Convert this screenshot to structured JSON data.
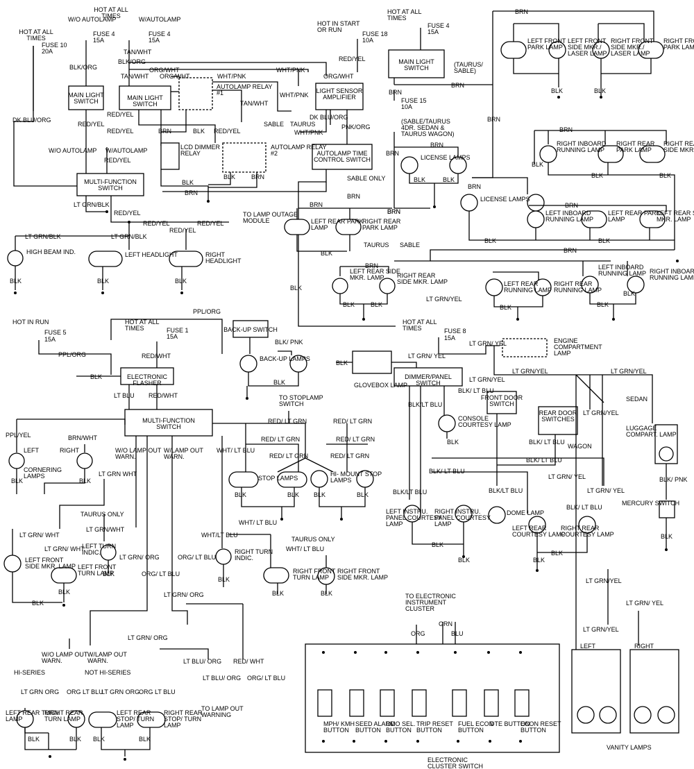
{
  "labels": {
    "hot_all_times_tl": "HOT AT ALL TIMES",
    "hot_all_times_t2": "HOT AT ALL TIMES",
    "wo_autolamp_t": "W/O AUTOLAMP",
    "w_autolamp_t": "W/AUTOLAMP",
    "fuse10": "FUSE 10",
    "fuse10_a": "20A",
    "fuse4a": "FUSE 4",
    "fuse4a_a": "15A",
    "fuse4b": "FUSE 4",
    "fuse4b_a": "15A",
    "tan_wht_1": "TAN/WHT",
    "blk_org_1": "BLK/ORG",
    "blk_org_2": "BLK/ORG",
    "tan_wht_2": "TAN/WHT",
    "org_wht_1": "ORG/WHT",
    "org_wht_2": "ORG/WHT",
    "wht_pnk_1": "WHT/PNK",
    "wht_pnk_2": "WHT/PNK",
    "main_light_switch_1": "MAIN LIGHT SWITCH",
    "main_light_switch_2": "MAIN LIGHT SWITCH",
    "autolamp_relay1": "AUTOLAMP RELAY #1",
    "tan_wht_3": "TAN/WHT",
    "dk_blu_org_1": "DK BLU/ORG",
    "red_yel_1": "RED/YEL",
    "red_yel_2": "RED/YEL",
    "red_yel_3": "RED/YEL",
    "brn_1": "BRN",
    "blk_1": "BLK",
    "red_yel_4": "RED/YEL",
    "wo_autolamp_2": "W/O AUTOLAMP",
    "w_autolamp_2": "W/AUTOLAMP",
    "red_yel_5": "RED/YEL",
    "lcd_dimmer_relay": "LCD DIMMER RELAY",
    "autolamp_relay2": "AUTOLAMP RELAY #2",
    "blk_2": "BLK",
    "brn_2": "BRN",
    "blk_3": "BLK",
    "brn_3": "BRN",
    "multi_function_1": "MULTI-FUNCTION SWITCH",
    "lt_grn_blk_1": "LT GRN/BLK",
    "red_yel_6": "RED/YEL",
    "red_yel_7": "RED/YEL",
    "red_yel_8": "RED/YEL",
    "red_yel_9": "RED/YEL",
    "to_lamp_outage": "TO LAMP OUTAGE MODULE",
    "lt_grn_blk_2": "LT GRN/BLK",
    "lt_grn_blk_3": "LT GRN/BLK",
    "high_beam_ind": "HIGH BEAM IND.",
    "left_headlight": "LEFT HEADLIGHT",
    "right_headlight": "RIGHT HEADLIGHT",
    "blk_4": "BLK",
    "blk_5": "BLK",
    "blk_6": "BLK",
    "hot_start_run": "HOT IN START OR RUN",
    "fuse18": "FUSE 18",
    "fuse18_a": "10A",
    "red_yel_10": "RED/YEL",
    "wht_pnk_3": "WHT/PNK",
    "org_wht_3": "ORG/WHT",
    "light_sensor_amp": "LIGHT SENSOR AMPLIFIER",
    "sable_1": "SABLE",
    "taurus_1": "TAURUS",
    "dk_blu_org_2": "DK BLU/ORG",
    "wht_pnk_4": "WHT/PNK",
    "pnk_org": "PNK/ORG",
    "autolamp_tcs": "AUTOLAMP TIME CONTROL SWITCH",
    "sable_only": "SABLE ONLY",
    "brn_4": "BRN",
    "brn_5": "BRN",
    "brn_6": "BRN",
    "left_rear_park_1": "LEFT REAR PARK LAMP",
    "right_rear_park_1": "RIGHT REAR PARK LAMP",
    "blk_7": "BLK",
    "taurus_2": "TAURUS",
    "sable_2": "SABLE",
    "blk_8": "BLK",
    "brn_7": "BRN",
    "left_rear_side_mkr_1": "LEFT REAR SIDE MKR. LAMP",
    "right_rear_side_mkr_1": "RIGHT REAR SIDE MKR. LAMP",
    "blk_9": "BLK",
    "blk_10": "BLK",
    "hot_all_times_t3": "HOT AT ALL TIMES",
    "fuse4c": "FUSE 4",
    "fuse4c_a": "15A",
    "main_light_switch_3": "MAIN LIGHT SWITCH",
    "taurus_sable": "(TAURUS/ SABLE)",
    "brn_8": "BRN",
    "brn_9": "BRN",
    "fuse15": "FUSE 15",
    "fuse15_a": "10A",
    "sable_taurus_note": "(SABLE/TAURUS 4DR. SEDAN & TAURUS WAGON)",
    "brn_10": "BRN",
    "brn_11": "BRN",
    "license_lamps_1": "LICENSE LAMPS",
    "blk_11": "BLK",
    "blk_12": "BLK",
    "brn_12": "BRN",
    "left_front_park": "LEFT FRONT PARK LAMP",
    "left_front_side_mkr": "LEFT FRONT SIDE MKR./ LASER LAMP",
    "right_front_side_mkr": "RIGHT FRONT SIDE MKR./ LASER LAMP",
    "right_front_park": "RIGHT FRONT PARK LAMP",
    "blk_13": "BLK",
    "blk_14": "BLK",
    "brn_13": "BRN",
    "brn_14": "BRN",
    "right_inboard_running": "RIGHT INBOARD RUNNING LAMP",
    "right_rear_park_2": "RIGHT REAR PARK LAMP",
    "right_rear_side_mkr_2": "RIGHT REAR SIDE MKR. LAMP",
    "blk_15": "BLK",
    "blk_16": "BLK",
    "blk_17": "BLK",
    "brn_15": "BRN",
    "license_lamps_2": "LICENSE LAMPS",
    "brn_16": "BRN",
    "left_inboard_running_1": "LEFT INBOARD RUNNING LAMP",
    "left_rear_park_2": "LEFT REAR PARK LAMP",
    "left_rear_side_mkr_2": "LEFT REAR SIDE MKR. LAMP",
    "blk_18": "BLK",
    "blk_19": "BLK",
    "brn_17": "BRN",
    "brn_18": "BRN",
    "left_inboard_running_2": "LEFT INBOARD RUNNING LAMP",
    "right_inboard_running_2": "RIGHT INBOARD RUNNING LAMP",
    "left_rear_running": "LEFT REAR RUNNING LAMP",
    "right_rear_running": "RIGHT REAR RUNNING LAMP",
    "blk_20": "BLK",
    "blk_21": "BLK",
    "blk_22": "BLK",
    "lt_grn_yel_1": "LT GRN/YEL",
    "hot_in_run": "HOT IN RUN",
    "fuse5": "FUSE 5",
    "fuse5_a": "15A",
    "ppl_org_1": "PPL/ORG",
    "ppl_org_2": "PPL/ORG",
    "hot_all_times_t4": "HOT AT ALL TIMES",
    "fuse1": "FUSE 1",
    "fuse1_a": "15A",
    "red_wht_1": "RED/WHT",
    "electronic_flasher": "ELECTRONIC FLASHER",
    "blk_23": "BLK",
    "lt_blu": "LT BLU",
    "red_wht_2": "RED/WHT",
    "back_up_switch": "BACK-UP SWITCH",
    "blk_pnk_1": "BLK/ PNK",
    "back_up_lamps": "BACK-UP LAMPS",
    "blk_24": "BLK",
    "to_stoplamp": "TO STOPLAMP SWITCH",
    "multi_function_2": "MULTI-FUNCTION SWITCH",
    "ppl_yel": "PPL/YEL",
    "brn_wht": "BRN/WHT",
    "left_cornering": "LEFT",
    "right_cornering": "RIGHT",
    "cornering_lamps": "CORNERING LAMPS",
    "blk_25": "BLK",
    "blk_26": "BLK",
    "wo_lamp_out_warn": "W/O LAMP OUT WARN.",
    "w_lamp_out_warn": "W/LAMP OUT WARN.",
    "wht_lt_blu_1": "WHT/ LT BLU",
    "red_lt_grn_1": "RED/ LT GRN",
    "red_lt_grn_2": "RED/ LT GRN",
    "red_lt_grn_3": "RED/ LT GRN",
    "red_lt_grn_4": "RED/ LT GRN",
    "red_lt_grn_5": "RED/ LT GRN",
    "red_lt_grn_6": "RED/ LT GRN",
    "stop_lamps": "STOP LAMPS",
    "hi_mount_stop": "HI- MOUNT STOP LAMPS",
    "blk_27": "BLK",
    "blk_28": "BLK",
    "blk_29": "BLK",
    "blk_30": "BLK",
    "lt_grn_wht_1": "LT GRN WHT",
    "taurus_only_1": "TAURUS ONLY",
    "lt_grn_wht_2": "LT GRN/ WHT",
    "lt_grn_wht_3": "LT GRN/WHT",
    "lt_grn_wht_4": "LT GRN/ WHT",
    "left_turn_indic": "LEFT TURN INDIC.",
    "lt_grn_org_1": "LT GRN/ ORG",
    "org_lt_blu_1": "ORG/ LT BLU",
    "org_lt_blu_2": "ORG/ LT BLU",
    "left_front_side_mkr_2": "LEFT FRONT SIDE MKR. LAMP",
    "left_front_turn": "LEFT FRONT TURN LAMP",
    "blk_31": "BLK",
    "blk_32": "BLK",
    "blk_33": "BLK",
    "wht_lt_blu_2": "WHT/LT BLU",
    "wht_lt_blu_3": "WHT/ LT BLU",
    "right_turn_indic": "RIGHT TURN INDIC.",
    "blk_34": "BLK",
    "taurus_only_2": "TAURUS ONLY",
    "wht_lt_blu_4": "WHT/ LT BLU",
    "right_front_turn": "RIGHT FRONT TURN LAMP",
    "right_front_side_mkr_2": "RIGHT FRONT SIDE MKR. LAMP",
    "blk_35": "BLK",
    "blk_36": "BLK",
    "lt_grn_org_2": "LT GRN/ ORG",
    "lt_grn_org_3": "LT GRN/ ORG",
    "wo_lamp_out_warn_2": "W/O LAMP OUT WARN.",
    "w_lamp_out_warn_2": "W/LAMP OUT WARN.",
    "lt_blu_org_1": "LT BLU/ ORG",
    "lt_blu_org_2": "LT BLU/ ORG",
    "red_wht_3": "RED/ WHT",
    "org_lt_blu_3": "ORG/ LT BLU",
    "hi_series": "HI-SERIES",
    "not_hi_series": "NOT HI-SERIES",
    "lt_grn_org_4": "LT GRN ORG",
    "org_lt_blu_4": "ORG LT BLU",
    "lt_grn_org_5": "LT GRN ORG",
    "org_lt_blu_5": "ORG LT BLU",
    "left_rear_turn": "LEFT REAR TURN LAMP",
    "right_rear_turn": "RIGHT REAR TURN LAMP",
    "left_rear_stop_turn": "LEFT REAR STOP/ TURN LAMP",
    "right_rear_stop_turn": "RIGHT REAR STOP/ TURN LAMP",
    "blk_37": "BLK",
    "blk_38": "BLK",
    "blk_39": "BLK",
    "blk_40": "BLK",
    "to_lamp_out_warning": "TO LAMP OUT WARNING",
    "hot_all_times_t5": "HOT AT ALL TIMES",
    "fuse8": "FUSE 8",
    "fuse8_a": "15A",
    "lt_grn_yel_2": "LT GRN/ YEL",
    "engine_compartment": "ENGINE COMPARTMENT LAMP",
    "lt_grn_yel_3": "LT GRN/ YEL",
    "blk_41": "BLK",
    "glovebox_lamp": "GLOVEBOX LAMP",
    "dimmer_panel": "DIMMER/PANEL SWITCH",
    "lt_grn_yel_4": "LT GRN/YEL",
    "lt_grn_yel_5": "LT GRN/YEL",
    "lt_grn_yel_6": "LT GRN/YEL",
    "blk_lt_blu_1": "BLK/LT BLU",
    "blk_lt_blu_2": "BLK/ LT BLU",
    "front_door_switch": "FRONT DOOR SWITCH",
    "sedan": "SEDAN",
    "console_courtesy": "CONSOLE COURTESY LAMP",
    "rear_door_switches": "REAR DOOR SWITCHES",
    "lt_grn_yel_7": "LT GRN/YEL",
    "luggage_compart": "LUGGAGE COMPART. LAMP",
    "blk_42": "BLK",
    "blk_lt_blu_3": "BLK/ LT BLU",
    "wagon": "WAGON",
    "blk_lt_blu_4": "BLK/ LT BLU",
    "blk_lt_blu_5": "BLK/ LT BLU",
    "lt_grn_yel_8": "LT GRN/ YEL",
    "lt_grn_yel_9": "LT GRN/ YEL",
    "blk_pnk_2": "BLK/ PNK",
    "mercury_switch": "MERCURY SWITCH",
    "blk_lt_blu_6": "BLK/LT BLU",
    "blk_lt_blu_7": "BLK/LT BLU",
    "blk_lt_blu_8": "BLK/ LT BLU",
    "dome_lamp": "DOME LAMP",
    "left_instru_panel": "LEFT INSTRU. PANEL COURTESY LAMP",
    "right_instru_panel": "RIGHT INSTRU. PANEL COURTESY LAMP",
    "left_rear_courtesy": "LEFT REAR COURTESY LAMP",
    "right_rear_courtesy": "RIGHT REAR COURTESY LAMP",
    "blk_43": "BLK",
    "blk_44": "BLK",
    "blk_45": "BLK",
    "blk_46": "BLK",
    "blk_47": "BLK",
    "lt_grn_yel_10": "LT GRN/YEL",
    "lt_grn_yel_11": "LT GRN/ YEL",
    "lt_grn_yel_12": "LT GRN/YEL",
    "to_electronic_cluster": "TO ELECTRONIC INSTRUMENT CLUSTER",
    "org": "ORG",
    "grn": "GRN",
    "blu": "BLU",
    "mph_kmh": "MPH/ KMH BUTTON",
    "seed_alarm": "SEED ALARM BUTTON",
    "odo_sel": "ODO SEL. BUTTON",
    "trip_reset": "TRIP RESET BUTTON",
    "fuel_econ": "FUEL ECON BUTTON",
    "dte_button": "DTE BUTTON",
    "econ_reset": "ECON RESET BUTTON",
    "electronic_cluster_assembly": "ELECTRONIC CLUSTER SWITCH ASSEMBLY",
    "left_vanity": "LEFT",
    "right_vanity": "RIGHT",
    "vanity_lamps": "VANITY LAMPS"
  }
}
